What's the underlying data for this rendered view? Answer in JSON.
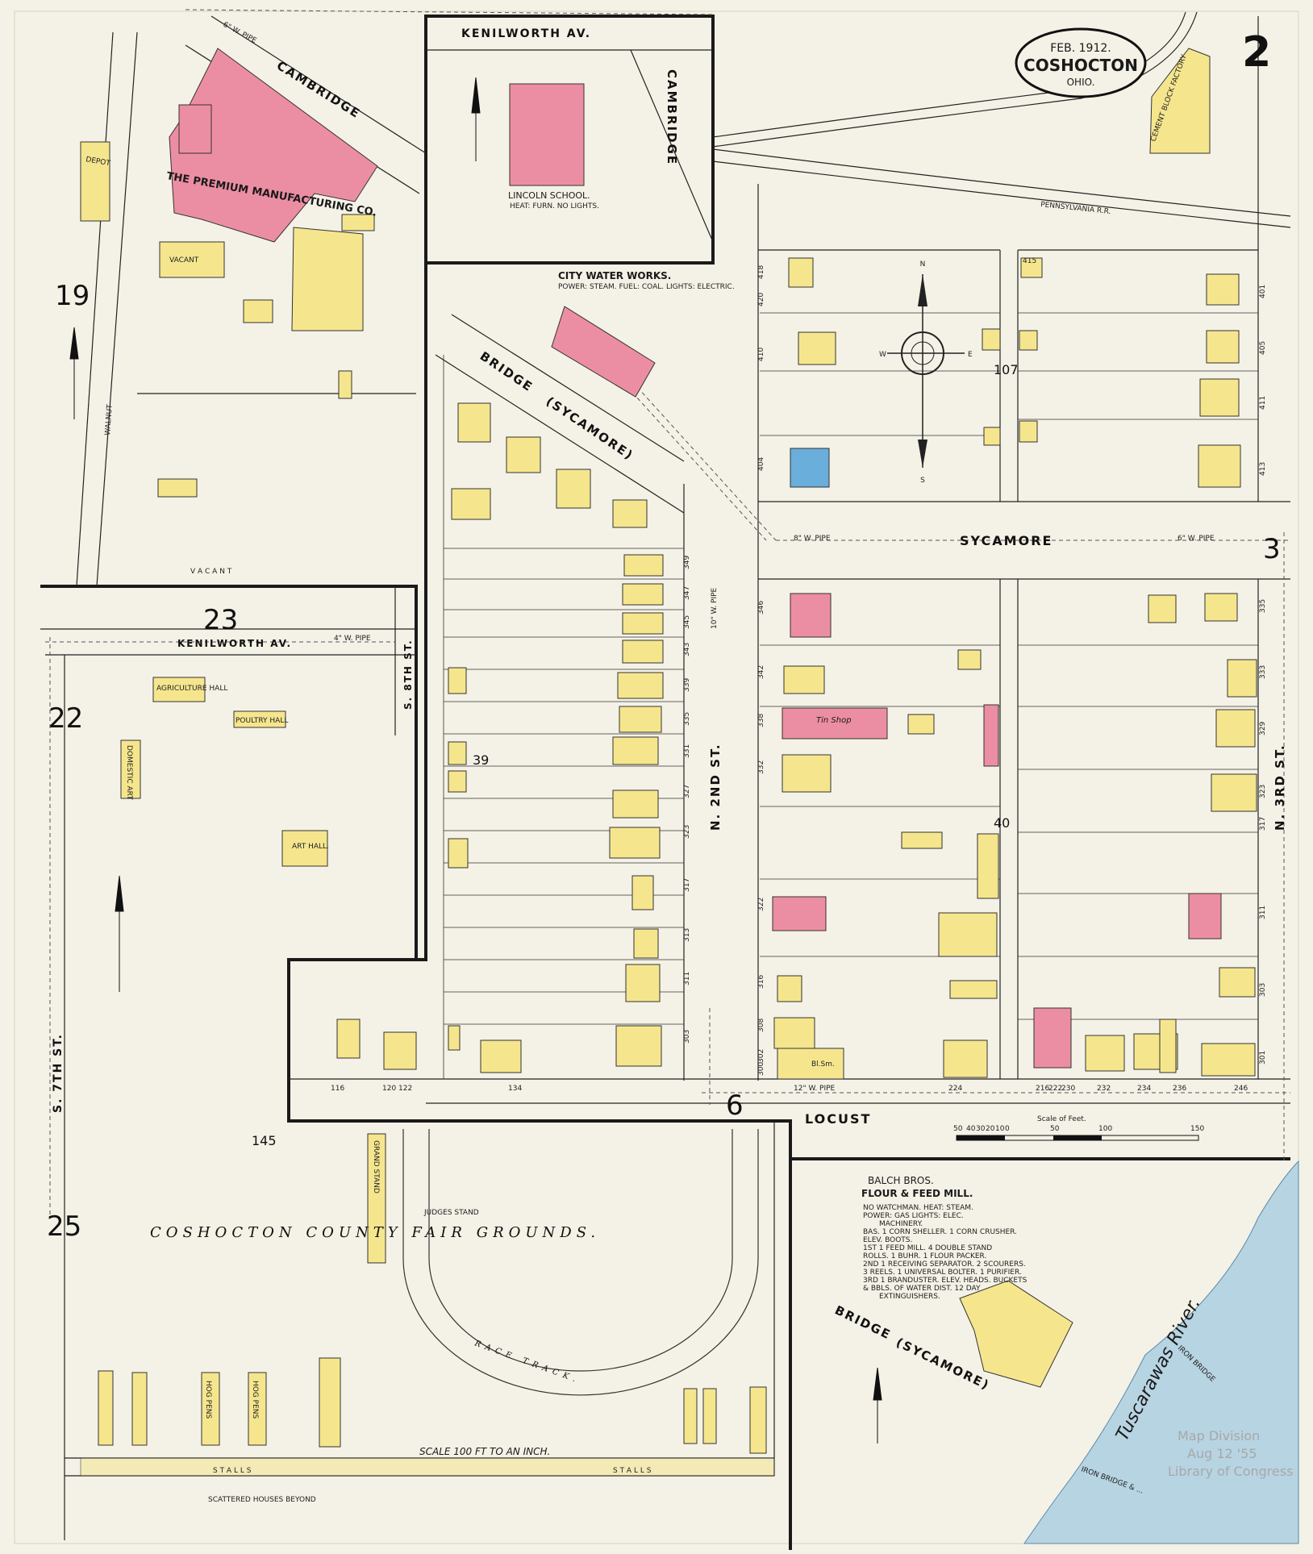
{
  "title_block": {
    "date": "FEB. 1912.",
    "city": "COSHOCTON",
    "state": "OHIO.",
    "sheet_number": "2"
  },
  "adjoining_sheets": [
    "19",
    "23",
    "22",
    "25",
    "3",
    "6"
  ],
  "block_numbers": [
    "107",
    "39",
    "40",
    "145"
  ],
  "streets": {
    "kenilworth_top": "KENILWORTH AV.",
    "kenilworth_left": "KENILWORTH AV.",
    "cambridge_1": "CAMBRIDGE",
    "cambridge_2": "CAMBRIDGE",
    "bridge_1": "BRIDGE",
    "sycamore_paren_1": "(SYCAMORE)",
    "sycamore": "SYCAMORE",
    "locust": "LOCUST",
    "n_2nd": "N. 2ND ST.",
    "n_3rd": "N. 3RD ST.",
    "s_8th": "S. 8TH ST.",
    "s_7th": "S. 7TH ST.",
    "bridge_2": "BRIDGE",
    "sycamore_paren_2": "(SYCAMORE)",
    "pennsylvania_rr": "PENNSYLVANIA R.R.",
    "walnut": "WALNUT"
  },
  "places": {
    "lincoln_school": "LINCOLN SCHOOL.",
    "lincoln_school_note": "HEAT: FURN. NO LIGHTS.",
    "water_works": "CITY WATER WORKS.",
    "water_works_note": "POWER: STEAM. FUEL: COAL. LIGHTS: ELECTRIC.",
    "premium_mfg": "THE PREMIUM MANUFACTURING CO.",
    "depot": "DEPOT",
    "vacant": "VACANT",
    "vacant_2": "V A C A N T",
    "tin_shop": "Tin Shop",
    "art_hall": "ART HALL.",
    "agriculture_hall": "AGRICULTURE HALL",
    "poultry_hall": "POULTRY HALL",
    "domestic_art": "DOMESTIC ART",
    "grand_stand": "GRAND STAND",
    "judges_stand": "JUDGES STAND",
    "fair_grounds": "COSHOCTON COUNTY FAIR GROUNDS.",
    "race_track": "RACE TRACK.",
    "stalls_1": "S T A L L S",
    "stalls_2": "S T A L L S",
    "scattered": "SCATTERED HOUSES BEYOND",
    "hog_pens_1": "HOG PENS",
    "hog_pens_2": "HOG PENS",
    "scale_fair": "SCALE 100 FT TO AN INCH.",
    "cement_block": "CEMENT BLOCK FACTORY",
    "tuscarawas": "Tuscarawas River.",
    "iron_bridge_1": "IRON BRIDGE",
    "iron_bridge_2": "IRON BRIDGE & ...",
    "blacksmith": "Bl.Sm."
  },
  "mill": {
    "name_1": "BALCH BROS.",
    "name_2": "FLOUR & FEED MILL.",
    "notes": [
      "NO WATCHMAN. HEAT: STEAM.",
      "POWER: GAS LIGHTS: ELEC.",
      "MACHINERY.",
      "BAS. 1 CORN SHELLER. 1 CORN CRUSHER.",
      "ELEV. BOOTS.",
      "1ST 1 FEED MILL. 4 DOUBLE STAND",
      "ROLLS. 1 BUHR. 1 FLOUR PACKER.",
      "2ND 1 RECEIVING SEPARATOR. 2 SCOURERS.",
      "3 REELS. 1 UNIVERSAL BOLTER. 1 PURIFIER.",
      "3RD 1 BRANDUSTER. ELEV. HEADS. BUCKETS",
      "& BBLS. OF WATER DIST. 12 DAY",
      "EXTINGUISHERS."
    ]
  },
  "scale": {
    "label": "Scale of Feet.",
    "ticks": [
      "50",
      "40",
      "30",
      "20",
      "10",
      "0",
      "50",
      "100",
      "150"
    ]
  },
  "compass": {
    "n": "N",
    "s": "S",
    "e": "E",
    "w": "W"
  },
  "house_numbers": [
    "349",
    "347",
    "345",
    "343",
    "339",
    "335",
    "331",
    "327",
    "323",
    "317",
    "313",
    "311",
    "303",
    "346",
    "342",
    "338",
    "332",
    "322",
    "316",
    "308",
    "302",
    "300",
    "413",
    "411",
    "405",
    "401",
    "335",
    "333",
    "329",
    "323",
    "317",
    "311",
    "303",
    "301",
    "418",
    "420",
    "415",
    "410",
    "404",
    "216",
    "222",
    "224",
    "230",
    "232",
    "234",
    "236",
    "246",
    "116",
    "120",
    "122",
    "134"
  ],
  "pipe_labels": [
    "6\" W. PIPE",
    "4\" W. PIPE",
    "8\" W. PIPE",
    "10\" W. PIPE",
    "6\" W. PIPE",
    "12\" W. PIPE"
  ],
  "stamp": [
    "Map Division",
    "Aug 12 '55",
    "Library of Congress"
  ],
  "colors": {
    "paper": "#f4f1e6",
    "dwelling_frame": "#f5e68e",
    "brick": "#ec8ea3",
    "stone": "#6aaedc",
    "boundary": "#1a1a1a",
    "river": "#b7d4e2"
  }
}
